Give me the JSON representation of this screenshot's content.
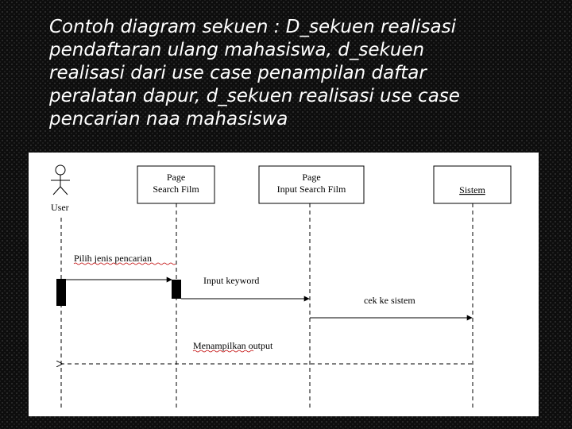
{
  "slide": {
    "title_lines": [
      "Contoh diagram sekuen : D_sekuen realisasi",
      "pendaftaran ulang mahasiswa, d_sekuen",
      "realisasi dari use case penampilan daftar",
      "peralatan dapur, d_sekuen realisasi use case",
      "pencarian naa mahasiswa"
    ]
  },
  "diagram": {
    "actor": {
      "label": "User"
    },
    "objects": [
      {
        "lines": [
          "Page",
          "Search Film"
        ]
      },
      {
        "lines": [
          "Page",
          "Input Search Film"
        ]
      },
      {
        "lines": [
          "Sistem"
        ]
      }
    ],
    "messages": [
      {
        "label": "Pilih jenis pencarian"
      },
      {
        "label": "Input keyword"
      },
      {
        "label": "cek ke sistem"
      },
      {
        "label_underlined": "Menampilkan",
        "label_rest": " output"
      }
    ]
  }
}
